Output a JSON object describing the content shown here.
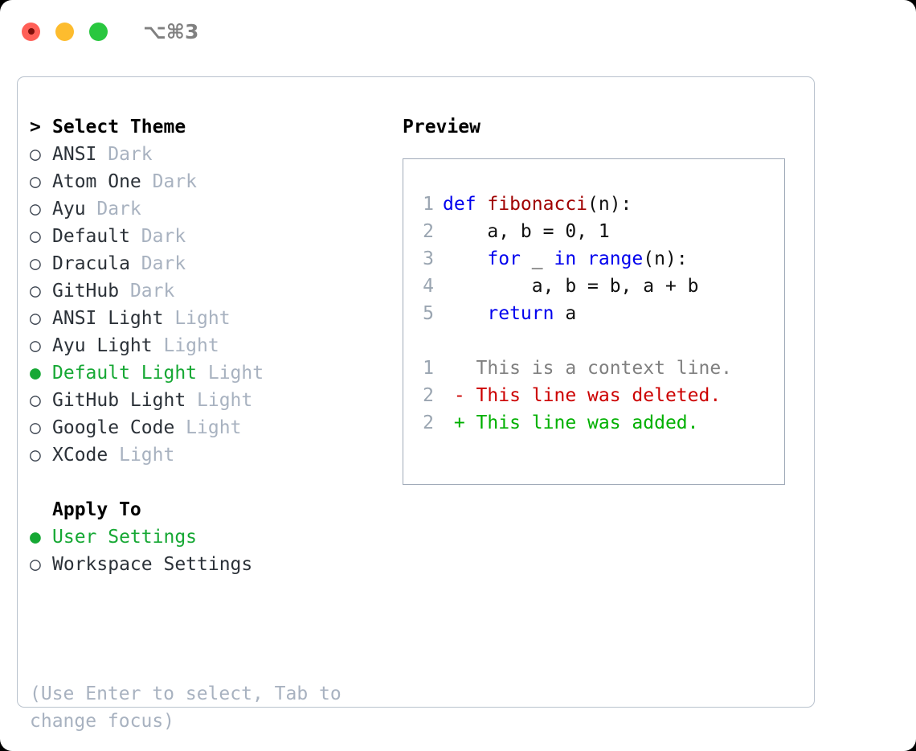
{
  "titlebar": {
    "shortcut": "⌥⌘3",
    "dots": [
      {
        "name": "close",
        "color": "#ff5f57"
      },
      {
        "name": "minimize",
        "color": "#fdbc2e"
      },
      {
        "name": "maximize",
        "color": "#29c73f"
      }
    ]
  },
  "theme_picker": {
    "caret": ">",
    "header": "Select Theme",
    "marker_selected": "●",
    "marker_unselected": "○",
    "items": [
      {
        "name": "ANSI",
        "suffix": "Dark",
        "selected": false
      },
      {
        "name": "Atom One",
        "suffix": "Dark",
        "selected": false
      },
      {
        "name": "Ayu",
        "suffix": "Dark",
        "selected": false
      },
      {
        "name": "Default",
        "suffix": "Dark",
        "selected": false
      },
      {
        "name": "Dracula",
        "suffix": "Dark",
        "selected": false
      },
      {
        "name": "GitHub",
        "suffix": "Dark",
        "selected": false
      },
      {
        "name": "ANSI Light",
        "suffix": "Light",
        "selected": false
      },
      {
        "name": "Ayu Light",
        "suffix": "Light",
        "selected": false
      },
      {
        "name": "Default Light",
        "suffix": "Light",
        "selected": true
      },
      {
        "name": "GitHub Light",
        "suffix": "Light",
        "selected": false
      },
      {
        "name": "Google Code",
        "suffix": "Light",
        "selected": false
      },
      {
        "name": "XCode",
        "suffix": "Light",
        "selected": false
      }
    ]
  },
  "apply_to": {
    "title": "Apply To",
    "items": [
      {
        "name": "User Settings",
        "selected": true
      },
      {
        "name": "Workspace Settings",
        "selected": false
      }
    ]
  },
  "hint": "(Use Enter to select, Tab to change focus)",
  "preview": {
    "title": "Preview",
    "code_lines": [
      {
        "num": "1",
        "tokens": [
          {
            "t": "def ",
            "c": "kw"
          },
          {
            "t": "fibonacci",
            "c": "fn"
          },
          {
            "t": "(n):",
            "c": "pl"
          }
        ]
      },
      {
        "num": "2",
        "tokens": [
          {
            "t": "    a, b = 0, 1",
            "c": "pl"
          }
        ]
      },
      {
        "num": "3",
        "tokens": [
          {
            "t": "    ",
            "c": "pl"
          },
          {
            "t": "for",
            "c": "kw"
          },
          {
            "t": " _ ",
            "c": "pl"
          },
          {
            "t": "in",
            "c": "kw"
          },
          {
            "t": " ",
            "c": "pl"
          },
          {
            "t": "range",
            "c": "kw"
          },
          {
            "t": "(n):",
            "c": "pl"
          }
        ]
      },
      {
        "num": "4",
        "tokens": [
          {
            "t": "        a, b = b, a + b",
            "c": "pl"
          }
        ]
      },
      {
        "num": "5",
        "tokens": [
          {
            "t": "    ",
            "c": "pl"
          },
          {
            "t": "return",
            "c": "kw"
          },
          {
            "t": " a",
            "c": "pl"
          }
        ]
      }
    ],
    "diff_lines": [
      {
        "num": "1",
        "tokens": [
          {
            "t": "   This is a context line.",
            "c": "ctx"
          }
        ]
      },
      {
        "num": "2",
        "tokens": [
          {
            "t": " - This line was deleted.",
            "c": "del"
          }
        ]
      },
      {
        "num": "2",
        "tokens": [
          {
            "t": " + This line was added.",
            "c": "add"
          }
        ]
      }
    ]
  },
  "colors": {
    "accent_green": "#16a834",
    "muted": "#a8b2c0",
    "keyword_blue": "#0000ee",
    "function_red": "#a00000",
    "diff_delete": "#cc0000",
    "diff_add": "#00b000",
    "border": "#b9c2cd"
  }
}
